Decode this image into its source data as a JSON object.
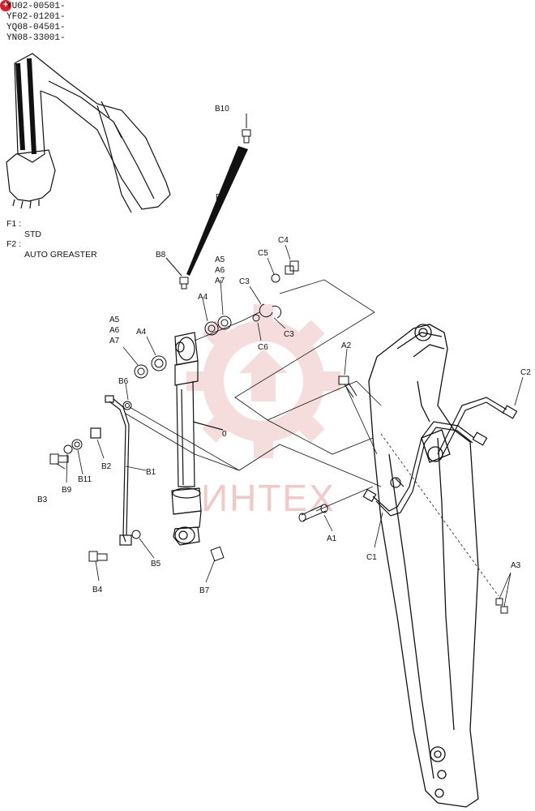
{
  "serials": [
    "YU02-00501-",
    "YF02-01201-",
    "YQ08-04501-",
    "YN08-33001-"
  ],
  "legend": {
    "f1_label": "F1 :",
    "f1_value": "STD",
    "f2_label": "F2 :",
    "f2_value": "AUTO GREASTER"
  },
  "callouts": {
    "B10": "B10",
    "F2": "F2",
    "B8": "B8",
    "C5": "C5",
    "C4": "C4",
    "C3a": "C3",
    "C3b": "C3",
    "C6": "C6",
    "A5a": "A5",
    "A6a": "A6",
    "A7a": "A7",
    "A4a": "A4",
    "A5b": "A5",
    "A6b": "A6",
    "A7b": "A7",
    "A4b": "A4",
    "B6": "B6",
    "A2": "A2",
    "C2": "C2",
    "zero": "0",
    "B2": "B2",
    "B1": "B1",
    "B3": "B3",
    "B9": "B9",
    "B11": "B11",
    "A1": "A1",
    "C1": "C1",
    "B4": "B4",
    "B5": "B5",
    "B7": "B7",
    "A3": "A3"
  },
  "watermark": {
    "text": "ИНТЕХ",
    "color": "#e8a0a0"
  },
  "colors": {
    "line": "#111111",
    "marker": "#d8202a"
  },
  "icons": {
    "corner": "plus-badge-icon"
  }
}
